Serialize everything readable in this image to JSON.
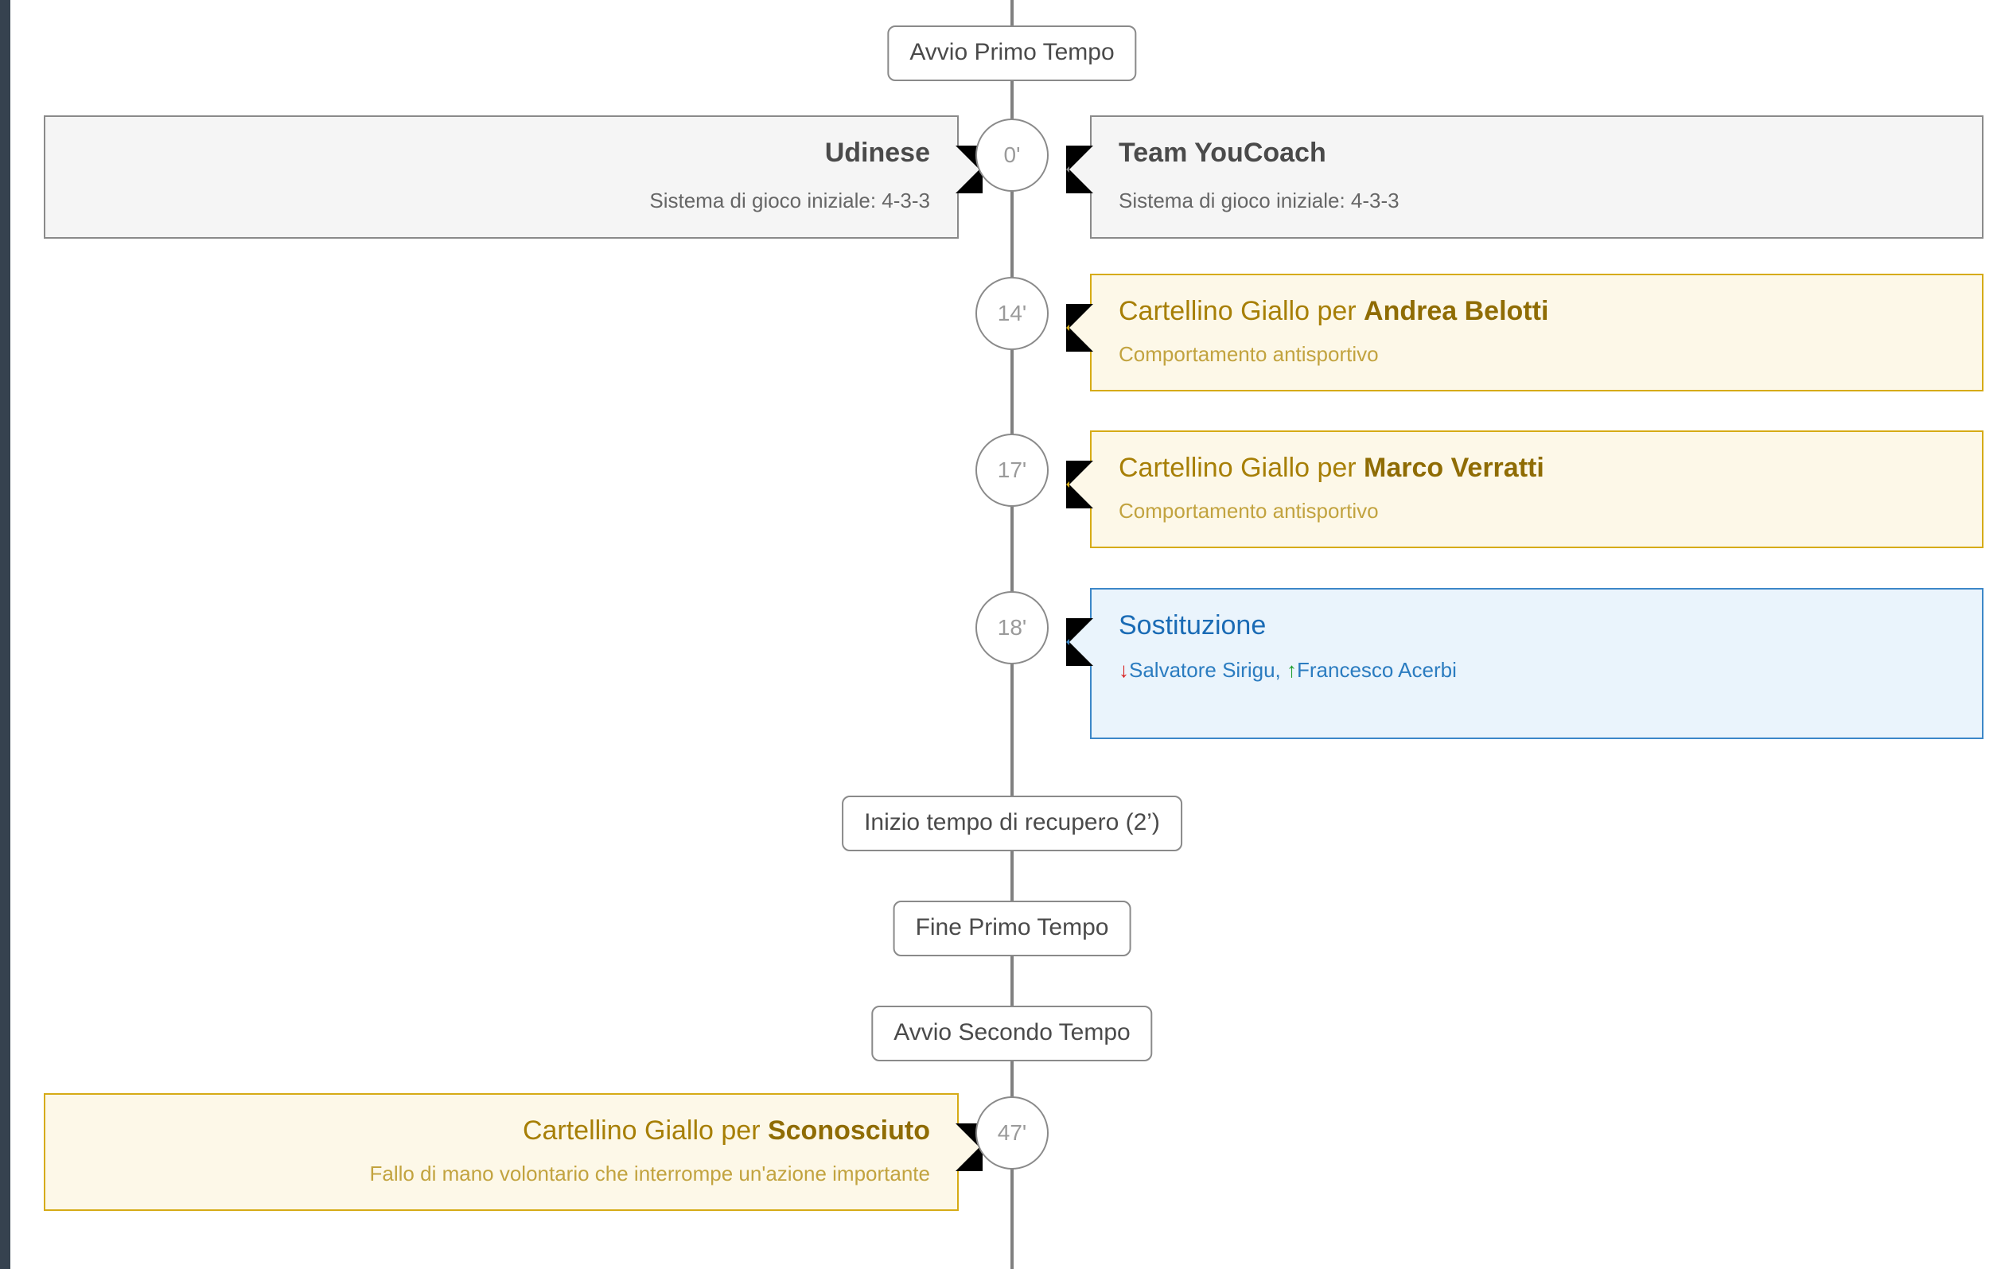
{
  "colors": {
    "rail": "#36424f",
    "spine": "#808080",
    "grey_bg": "#f5f5f5",
    "grey_border": "#8a8a8a",
    "yellow_bg": "#fdf8e8",
    "yellow_border": "#d6ab16",
    "yellow_text": "#a77f06",
    "blue_bg": "#eaf4fc",
    "blue_border": "#3c87c8",
    "blue_text": "#1a6bb5",
    "arrow_out": "#d8201f",
    "arrow_in": "#1d9e2e"
  },
  "timeline": {
    "nodes": [
      {
        "kind": "pill",
        "name": "kickoff-first-half",
        "label": "Avvio Primo Tempo"
      },
      {
        "kind": "pill",
        "name": "start-stoppage-time",
        "label": "Inizio tempo di recupero (2’)"
      },
      {
        "kind": "pill",
        "name": "end-first-half",
        "label": "Fine Primo Tempo"
      },
      {
        "kind": "pill",
        "name": "kickoff-second-half",
        "label": "Avvio Secondo Tempo"
      }
    ],
    "events": [
      {
        "name": "event-lineups",
        "minute": "0'",
        "type": "lineup",
        "left": {
          "team": "Udinese",
          "formation": "Sistema di gioco iniziale: 4-3-3"
        },
        "right": {
          "team": "Team YouCoach",
          "formation": "Sistema di gioco iniziale: 4-3-3"
        }
      },
      {
        "name": "event-yellow-card-belotti",
        "minute": "14'",
        "type": "yellow-card",
        "side": "right",
        "title_prefix": "Cartellino Giallo per ",
        "title_player": "Andrea Belotti",
        "reason": "Comportamento antisportivo"
      },
      {
        "name": "event-yellow-card-verratti",
        "minute": "17'",
        "type": "yellow-card",
        "side": "right",
        "title_prefix": "Cartellino Giallo per ",
        "title_player": "Marco Verratti",
        "reason": "Comportamento antisportivo"
      },
      {
        "name": "event-substitution",
        "minute": "18'",
        "type": "substitution",
        "side": "right",
        "title": "Sostituzione",
        "player_out": "Salvatore Sirigu",
        "player_in": "Francesco Acerbi",
        "separator": ", ",
        "arrow_out_glyph": "↓",
        "arrow_in_glyph": "↑"
      },
      {
        "name": "event-yellow-card-unknown",
        "minute": "47'",
        "type": "yellow-card",
        "side": "left",
        "title_prefix": "Cartellino Giallo per ",
        "title_player": "Sconosciuto",
        "reason": "Fallo di mano volontario che interrompe un'azione importante"
      }
    ]
  }
}
